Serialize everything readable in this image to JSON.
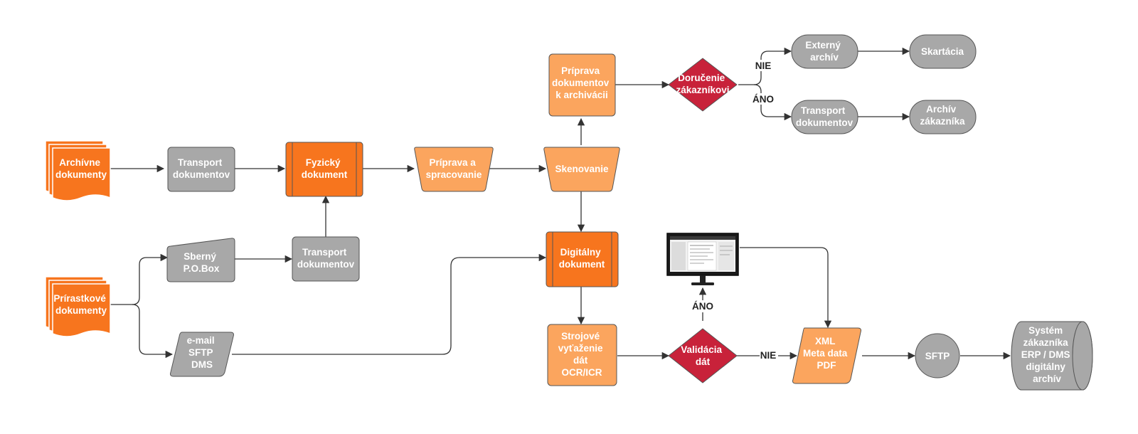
{
  "colors": {
    "orange_dark": "#F7751E",
    "orange_light": "#FBA55E",
    "gray": "#A8A8A8",
    "red": "#C8223A",
    "stroke_dark": "#555555",
    "connector": "#333333"
  },
  "nodes": {
    "archivne": {
      "line1": "Archívne",
      "line2": "dokumenty"
    },
    "transport1": {
      "line1": "Transport",
      "line2": "dokumentov"
    },
    "fyzicky": {
      "line1": "Fyzický",
      "line2": "dokument"
    },
    "priprava_spracovanie": {
      "line1": "Príprava a",
      "line2": "spracovanie"
    },
    "skenovanie": {
      "line1": "Skenovanie"
    },
    "priprava_archivacia": {
      "line1": "Príprava",
      "line2": "dokumentov",
      "line3": "k archivácii"
    },
    "dorucenie": {
      "line1": "Doručenie",
      "line2": "zákazníkovi"
    },
    "externy": {
      "line1": "Externý",
      "line2": "archív"
    },
    "skartacia": {
      "line1": "Skartácia"
    },
    "transport3": {
      "line1": "Transport",
      "line2": "dokumentov"
    },
    "archiv_zakaznika": {
      "line1": "Archív",
      "line2": "zákazníka"
    },
    "prirastkove": {
      "line1": "Prírastkové",
      "line2": "dokumenty"
    },
    "sberny": {
      "line1": "Sberný",
      "line2": "P.O.Box"
    },
    "transport2": {
      "line1": "Transport",
      "line2": "dokumentov"
    },
    "email": {
      "line1": "e-mail",
      "line2": "SFTP",
      "line3": "DMS"
    },
    "digitalny": {
      "line1": "Digitálny",
      "line2": "dokument"
    },
    "strojove": {
      "line1": "Strojové",
      "line2": "vyťaženie",
      "line3": "dát",
      "line4": "OCR/ICR"
    },
    "validacia": {
      "line1": "Validácia",
      "line2": "dát"
    },
    "xml": {
      "line1": "XML",
      "line2": "Meta data",
      "line3": "PDF"
    },
    "sftp": {
      "line1": "SFTP"
    },
    "system": {
      "line1": "Systém",
      "line2": "zákazníka",
      "line3": "ERP / DMS",
      "line4": "digitálny",
      "line5": "archív"
    }
  },
  "edge_labels": {
    "dorucenie_nie": "NIE",
    "dorucenie_ano": "ÁNO",
    "validacia_ano": "ÁNO",
    "validacia_nie": "NIE"
  },
  "icons": {
    "monitor": "monitor-icon"
  }
}
